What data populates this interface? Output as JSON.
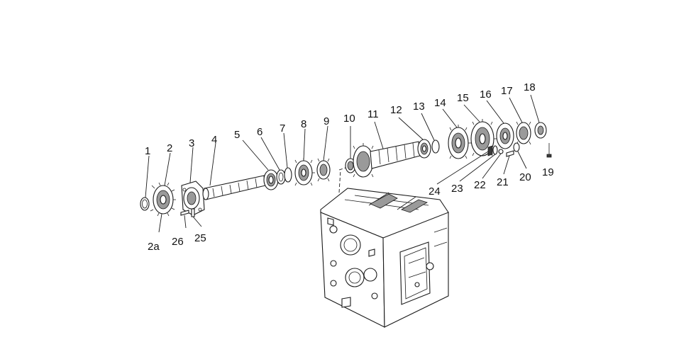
{
  "callouts": [
    {
      "id": "1",
      "text": "1"
    },
    {
      "id": "2",
      "text": "2"
    },
    {
      "id": "2a",
      "text": "2a"
    },
    {
      "id": "3",
      "text": "3"
    },
    {
      "id": "4",
      "text": "4"
    },
    {
      "id": "5",
      "text": "5"
    },
    {
      "id": "6",
      "text": "6"
    },
    {
      "id": "7",
      "text": "7"
    },
    {
      "id": "8",
      "text": "8"
    },
    {
      "id": "9",
      "text": "9"
    },
    {
      "id": "10",
      "text": "10"
    },
    {
      "id": "11",
      "text": "11"
    },
    {
      "id": "12",
      "text": "12"
    },
    {
      "id": "13",
      "text": "13"
    },
    {
      "id": "14",
      "text": "14"
    },
    {
      "id": "15",
      "text": "15"
    },
    {
      "id": "16",
      "text": "16"
    },
    {
      "id": "17",
      "text": "17"
    },
    {
      "id": "18",
      "text": "18"
    },
    {
      "id": "19",
      "text": "19"
    },
    {
      "id": "20",
      "text": "20"
    },
    {
      "id": "21",
      "text": "21"
    },
    {
      "id": "22",
      "text": "22"
    },
    {
      "id": "23",
      "text": "23"
    },
    {
      "id": "24",
      "text": "24"
    },
    {
      "id": "25",
      "text": "25"
    },
    {
      "id": "26",
      "text": "26"
    }
  ],
  "colors": {
    "line": "#1a1a1a",
    "shade": "#9a9a9a",
    "background": "#ffffff"
  }
}
